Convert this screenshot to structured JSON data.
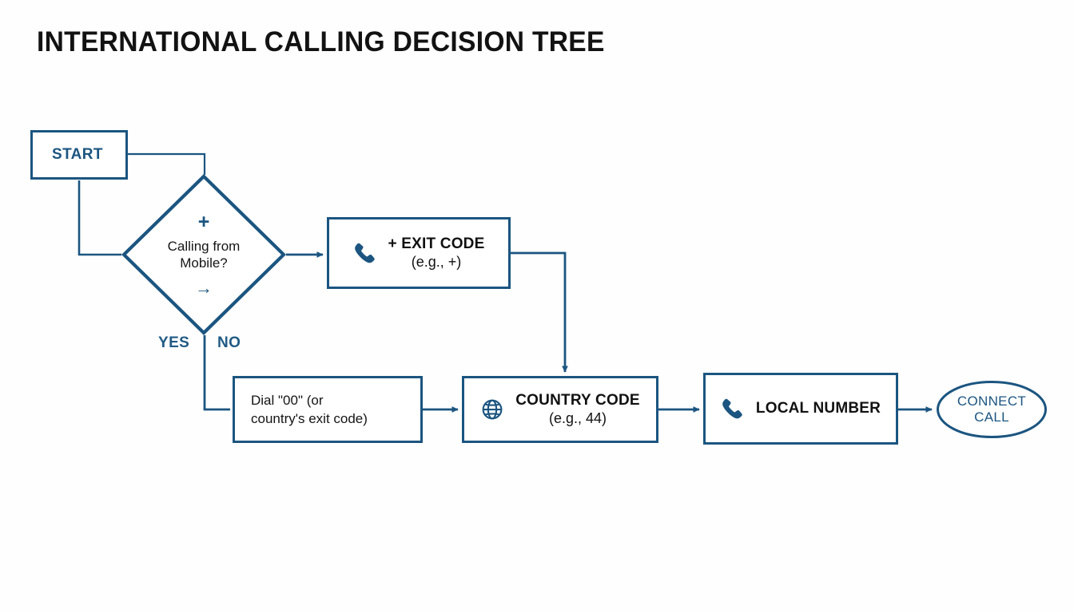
{
  "page": {
    "title": "INTERNATIONAL CALLING DECISION TREE",
    "background_color": "#fefefe",
    "accent_color": "#1b5580",
    "text_color": "#111111"
  },
  "chart_data": {
    "type": "diagram",
    "diagram_kind": "flowchart-decision-tree",
    "title": "INTERNATIONAL CALLING DECISION TREE",
    "nodes": [
      {
        "id": "start",
        "shape": "rectangle",
        "label": "START"
      },
      {
        "id": "decision",
        "shape": "diamond",
        "label": "Calling from Mobile?",
        "top_symbol": "+",
        "bottom_symbol": "→"
      },
      {
        "id": "exit",
        "shape": "rectangle",
        "icon": "phone-icon",
        "line1": "+ EXIT CODE",
        "line2": "(e.g., +)"
      },
      {
        "id": "dial",
        "shape": "rectangle",
        "line1": "Dial \"00\" (or",
        "line2": "country's exit code)"
      },
      {
        "id": "country",
        "shape": "rectangle",
        "icon": "globe-icon",
        "line1": "COUNTRY CODE",
        "line2": "(e.g., 44)"
      },
      {
        "id": "local",
        "shape": "rectangle",
        "icon": "phone-icon",
        "line1": "LOCAL NUMBER"
      },
      {
        "id": "connect",
        "shape": "ellipse",
        "line1": "CONNECT",
        "line2": "CALL"
      }
    ],
    "edges": [
      {
        "from": "start",
        "to": "decision",
        "label": ""
      },
      {
        "from": "start",
        "to": "decision",
        "label": ""
      },
      {
        "from": "decision",
        "to": "exit",
        "label": "NO"
      },
      {
        "from": "decision",
        "to": "dial",
        "label": "YES"
      },
      {
        "from": "exit",
        "to": "country",
        "label": ""
      },
      {
        "from": "dial",
        "to": "country",
        "label": ""
      },
      {
        "from": "country",
        "to": "local",
        "label": ""
      },
      {
        "from": "local",
        "to": "connect",
        "label": ""
      }
    ],
    "branch_labels": [
      "YES",
      "NO"
    ]
  },
  "nodes": {
    "start": {
      "label": "START"
    },
    "decision": {
      "plus": "+",
      "text": "Calling from Mobile?",
      "arrow": "→"
    },
    "exit": {
      "line1": "+ EXIT CODE",
      "line2": "(e.g., +)",
      "icon": "phone-icon"
    },
    "dial": {
      "line1": "Dial \"00\" (or",
      "line2": "country's exit code)"
    },
    "country": {
      "line1": "COUNTRY CODE",
      "line2": "(e.g., 44)",
      "icon": "globe-icon"
    },
    "local": {
      "line1": "LOCAL NUMBER",
      "icon": "phone-icon"
    },
    "connect": {
      "line1": "CONNECT",
      "line2": "CALL"
    }
  },
  "labels": {
    "yes": "YES",
    "no": "NO"
  }
}
